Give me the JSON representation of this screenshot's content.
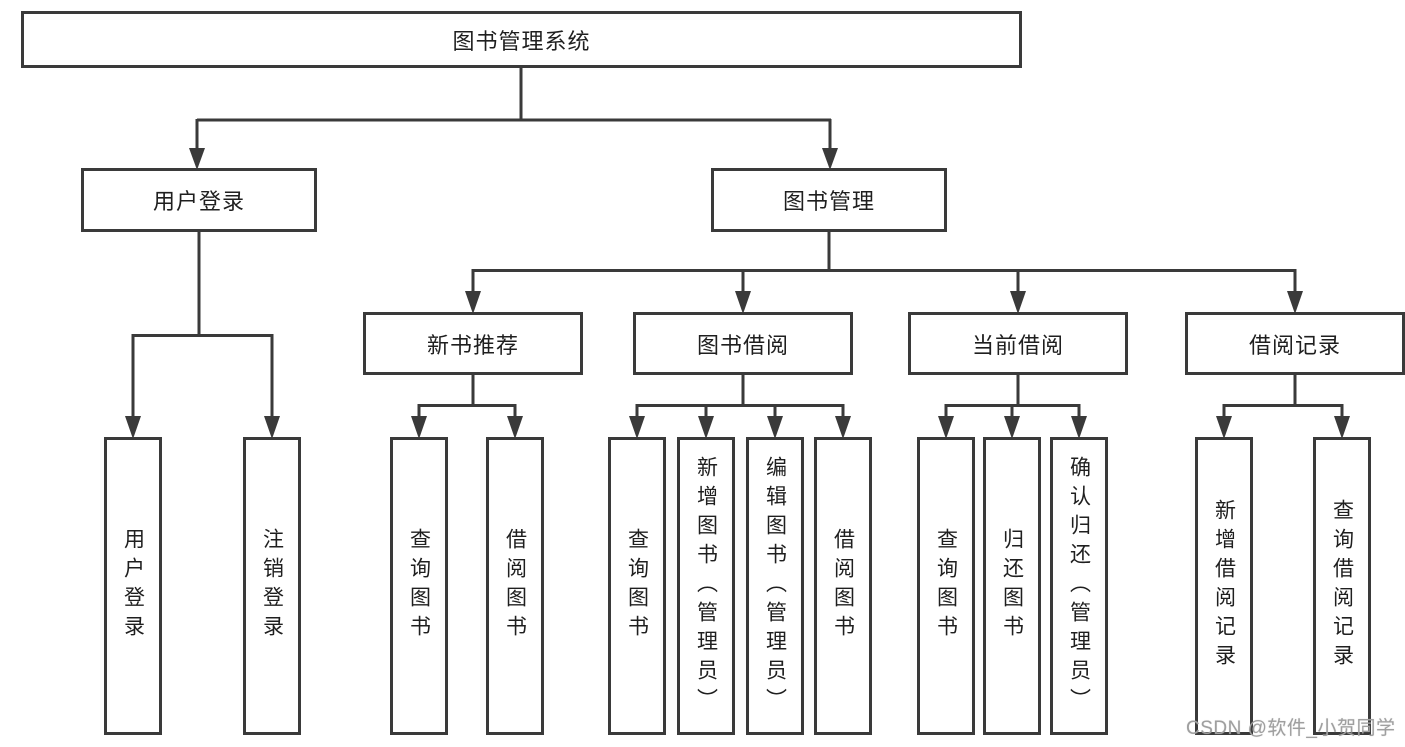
{
  "diagram": {
    "root": {
      "label": "图书管理系统"
    },
    "branches": [
      {
        "label": "用户登录",
        "children": [
          {
            "label": "用户登录"
          },
          {
            "label": "注销登录"
          }
        ]
      },
      {
        "label": "图书管理",
        "children": [
          {
            "label": "新书推荐",
            "children": [
              {
                "label": "查询图书"
              },
              {
                "label": "借阅图书"
              }
            ]
          },
          {
            "label": "图书借阅",
            "children": [
              {
                "label": "查询图书"
              },
              {
                "label": "新增图书（管理员）"
              },
              {
                "label": "编辑图书（管理员）"
              },
              {
                "label": "借阅图书"
              }
            ]
          },
          {
            "label": "当前借阅",
            "children": [
              {
                "label": "查询图书"
              },
              {
                "label": "归还图书"
              },
              {
                "label": "确认归还（管理员）"
              }
            ]
          },
          {
            "label": "借阅记录",
            "children": [
              {
                "label": "新增借阅记录"
              },
              {
                "label": "查询借阅记录"
              }
            ]
          }
        ]
      }
    ]
  },
  "watermark": "CSDN @软件_小贺同学",
  "colors": {
    "line": "#3a3a3a",
    "text": "#1f1f1f",
    "watermark": "#9f9f9f",
    "background": "#ffffff"
  }
}
